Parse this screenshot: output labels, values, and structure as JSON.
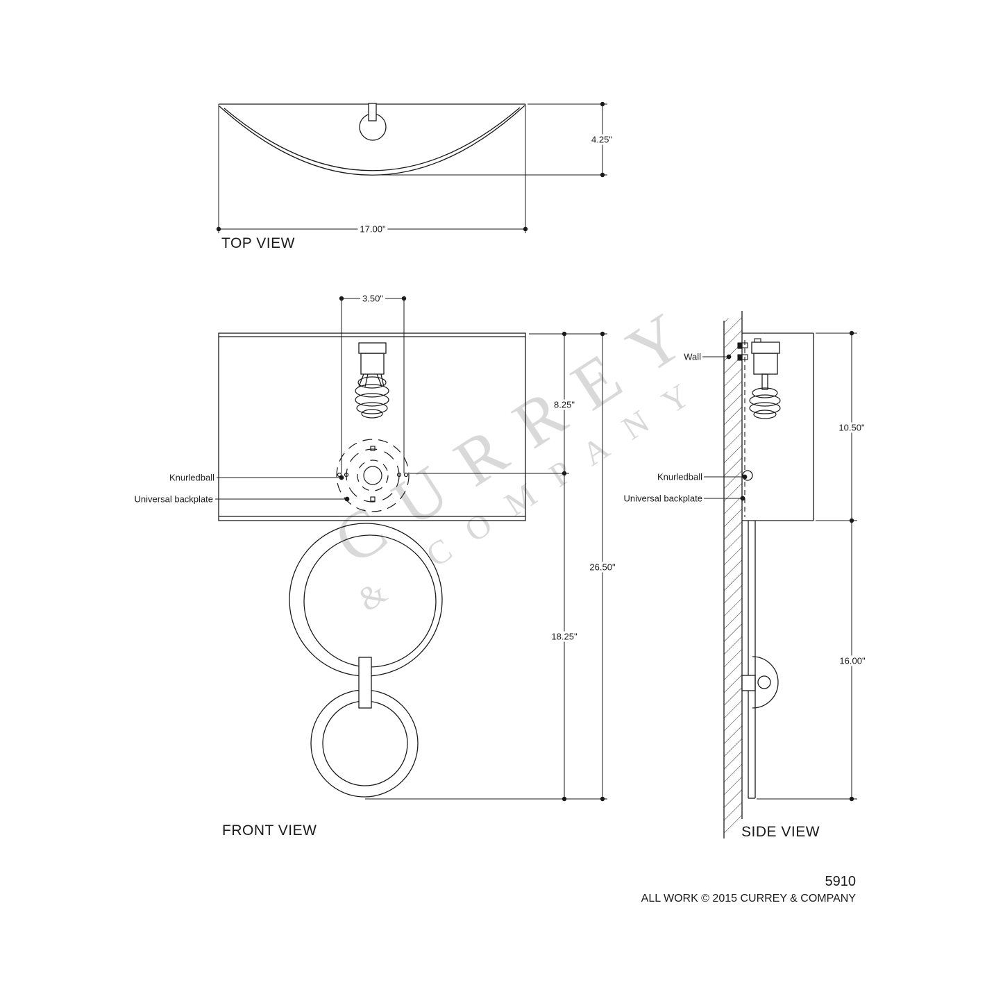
{
  "drawing": {
    "product_number": "5910",
    "copyright": "ALL WORK © 2015 CURREY & COMPANY",
    "watermark": {
      "line1": "CURREY",
      "line2": "& COMPANY"
    },
    "views": {
      "top": {
        "title": "TOP VIEW",
        "dim_width": "17.00\"",
        "dim_depth": "4.25\""
      },
      "front": {
        "title": "FRONT VIEW",
        "dim_socket_offset": "3.50\"",
        "dim_shade_height": "8.25\"",
        "dim_overall_height": "26.50\"",
        "dim_rings_height": "18.25\"",
        "labels": {
          "knurledball": "Knurledball",
          "backplate": "Universal backplate"
        }
      },
      "side": {
        "title": "SIDE VIEW",
        "dim_shade_height": "10.50\"",
        "dim_rings_height": "16.00\"",
        "labels": {
          "wall": "Wall",
          "knurledball": "Knurledball",
          "backplate": "Universal backplate"
        }
      }
    }
  }
}
